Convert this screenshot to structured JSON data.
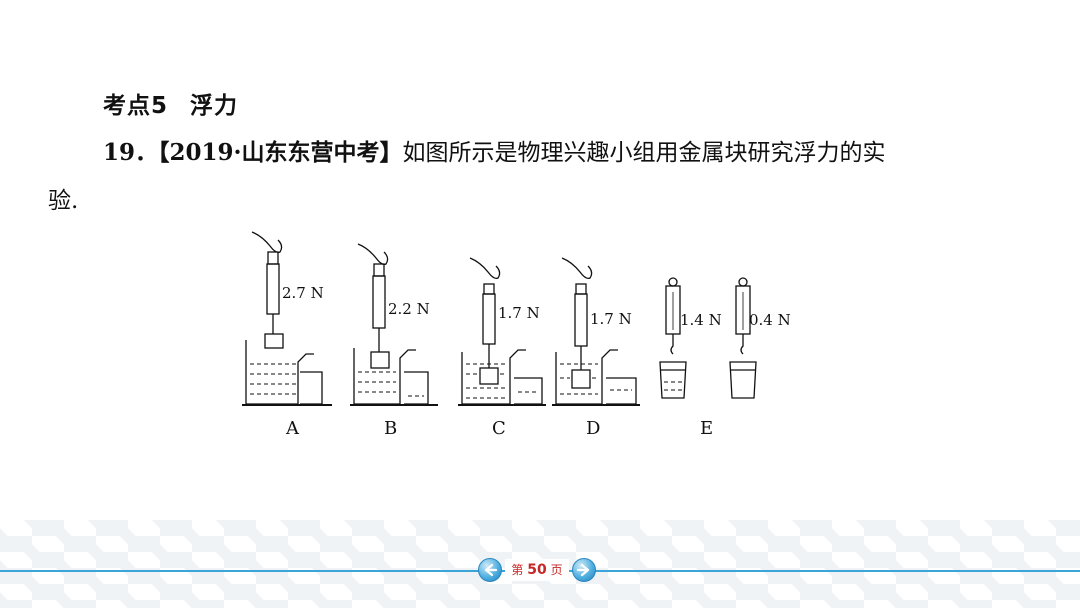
{
  "heading": {
    "label": "考点5",
    "title": "浮力"
  },
  "question": {
    "number": "19．",
    "source": "【2019·山东东营中考】",
    "text_line1": "如图所示是物理兴趣小组用金属块研究浮力的实",
    "text_line2": "验."
  },
  "figure": {
    "panels": [
      {
        "label": "A",
        "reading": "2.7 N"
      },
      {
        "label": "B",
        "reading": "2.2 N"
      },
      {
        "label": "C",
        "reading": "1.7 N"
      },
      {
        "label": "D",
        "reading": "1.7 N"
      },
      {
        "label": "E",
        "reading_left": "1.4 N",
        "reading_right": "0.4 N"
      }
    ]
  },
  "footer": {
    "prefix": "第",
    "page": "50",
    "suffix": "页"
  },
  "colors": {
    "accent": "#3aa5d6",
    "page_number": "#c62828"
  }
}
